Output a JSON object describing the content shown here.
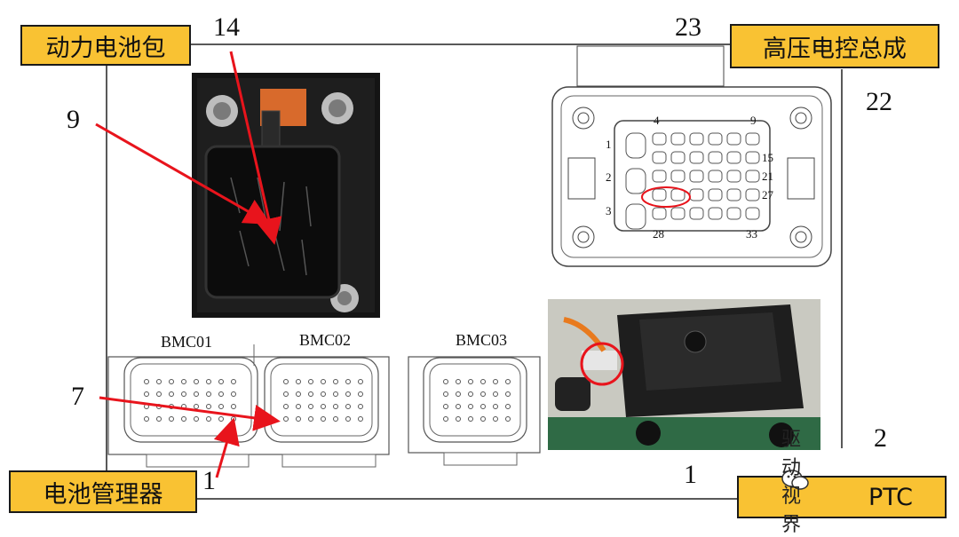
{
  "labels": {
    "battery_pack": "动力电池包",
    "hv_control": "高压电控总成",
    "bms": "电池管理器",
    "ptc": "PTC"
  },
  "numbers": {
    "n14": "14",
    "n23": "23",
    "n9": "9",
    "n22": "22",
    "n7": "7",
    "n1_left": "1",
    "n1_mid": "1",
    "n2": "2"
  },
  "connectors": {
    "bmc01": "BMC01",
    "bmc02": "BMC02",
    "bmc03": "BMC03"
  },
  "hv_connector_pins": {
    "p1": "1",
    "p2": "2",
    "p3": "3",
    "p4": "4",
    "p9": "9",
    "p15": "15",
    "p21": "21",
    "p27": "27",
    "p28": "28",
    "p33": "33"
  },
  "watermark": "驱动视界",
  "colors": {
    "label_bg": "#f9c233",
    "arrow": "#e8141c",
    "line": "#1a1a1a"
  }
}
